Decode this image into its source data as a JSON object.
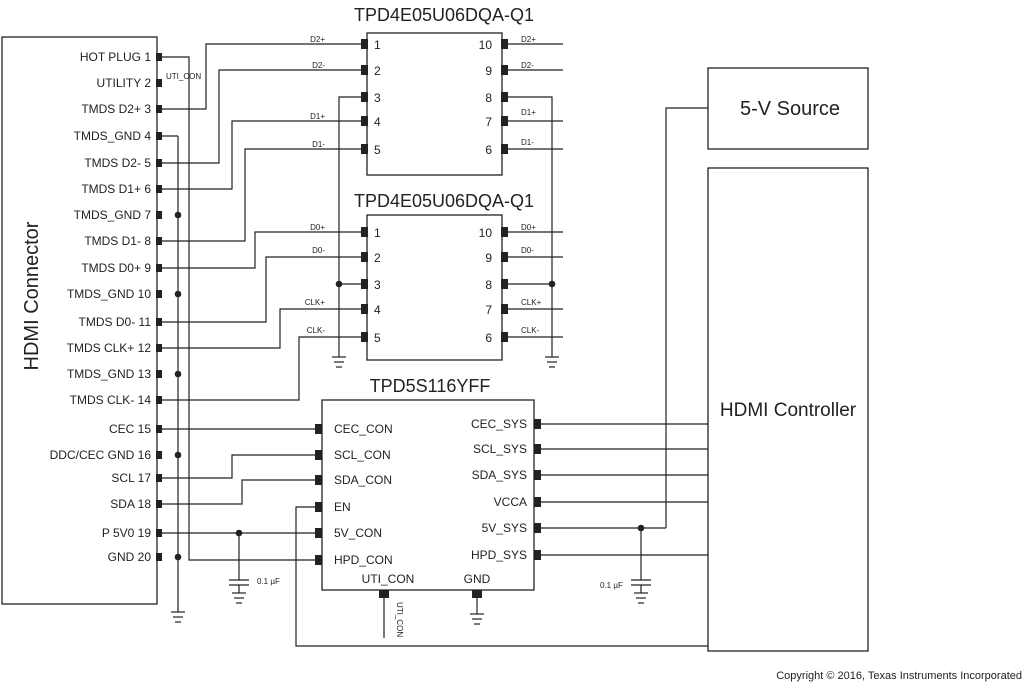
{
  "hdmi_connector": {
    "title": "HDMI Connector",
    "pins": [
      "HOT PLUG 1",
      "UTILITY 2",
      "TMDS D2+ 3",
      "TMDS_GND 4",
      "TMDS D2- 5",
      "TMDS D1+ 6",
      "TMDS_GND 7",
      "TMDS D1- 8",
      "TMDS D0+ 9",
      "TMDS_GND 10",
      "TMDS D0- 11",
      "TMDS CLK+ 12",
      "TMDS_GND 13",
      "TMDS CLK- 14",
      "CEC 15",
      "DDC/CEC GND 16",
      "SCL 17",
      "SDA 18",
      "P 5V0 19",
      "GND 20"
    ]
  },
  "tpd4e_top": {
    "title": "TPD4E05U06DQA-Q1",
    "left_pins": [
      "1",
      "2",
      "3",
      "4",
      "5"
    ],
    "right_pins": [
      "10",
      "9",
      "8",
      "7",
      "6"
    ],
    "left_nets": [
      "D2+",
      "D2-",
      "D1+",
      "D1-"
    ],
    "right_nets": [
      "D2+",
      "D2-",
      "D1+",
      "D1-"
    ]
  },
  "tpd4e_bottom": {
    "title": "TPD4E05U06DQA-Q1",
    "left_pins": [
      "1",
      "2",
      "3",
      "4",
      "5"
    ],
    "right_pins": [
      "10",
      "9",
      "8",
      "7",
      "6"
    ],
    "left_nets": [
      "D0+",
      "D0-",
      "CLK+",
      "CLK-"
    ],
    "right_nets": [
      "D0+",
      "D0-",
      "CLK+",
      "CLK-"
    ]
  },
  "tpd5s": {
    "title": "TPD5S116YFF",
    "left_pins": [
      "CEC_CON",
      "SCL_CON",
      "SDA_CON",
      "EN",
      "5V_CON",
      "HPD_CON"
    ],
    "right_pins": [
      "CEC_SYS",
      "SCL_SYS",
      "SDA_SYS",
      "VCCA",
      "5V_SYS",
      "HPD_SYS"
    ],
    "bottom_pins": [
      "UTI_CON",
      "GND"
    ],
    "uti_net": "UTI_CON"
  },
  "utility_net": "UTI_CON",
  "source": {
    "label": "5-V Source"
  },
  "controller": {
    "label": "HDMI Controller"
  },
  "caps": {
    "left": "0.1 µF",
    "right": "0.1 µF"
  },
  "copyright": "Copyright © 2016, Texas Instruments Incorporated"
}
